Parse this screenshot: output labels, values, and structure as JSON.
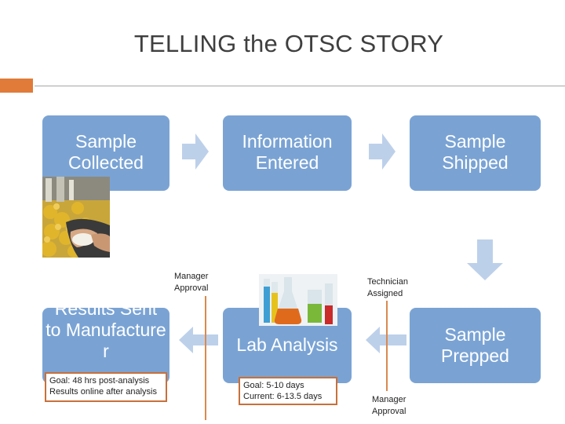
{
  "slide": {
    "title": "TELLING the OTSC STORY",
    "accent_color": "#e07b39",
    "box_color": "#7aa3d4",
    "arrow_color": "#bdd0ea"
  },
  "steps": {
    "collected": "Sample Collected",
    "entered": "Information Entered",
    "shipped": "Sample Shipped",
    "results": "Results Sent to Manufacture r",
    "lab": "Lab Analysis",
    "prepped": "Sample Prepped"
  },
  "notes": {
    "manager_approval_top": "Manager Approval",
    "technician_assigned": "Technician Assigned",
    "manager_approval_bottom": "Manager Approval",
    "goal_results": "Goal: 48 hrs post-analysis Results online after analysis",
    "goal_lab": "Goal: 5-10 days Current: 6-13.5 days"
  }
}
